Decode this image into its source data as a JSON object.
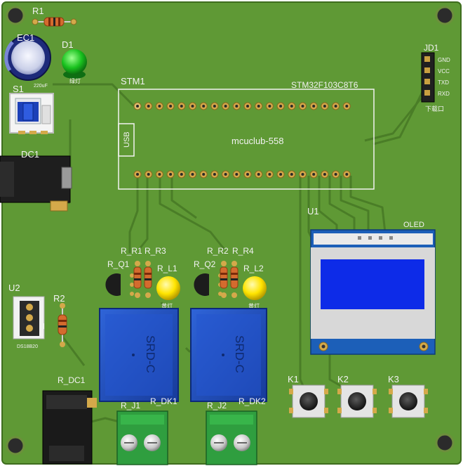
{
  "board": {
    "mcu_module_ref": "STM1",
    "mcu_part": "STM32F103C8T6",
    "mcu_module_name": "mcuclub-558",
    "usb_label": "USB",
    "header_ref": "JD1",
    "header_pins": [
      "GND",
      "VCC",
      "TXD",
      "RXD"
    ],
    "header_caption": "下载口",
    "oled_ref": "U1",
    "oled_label": "OLED",
    "resistor_top": "R1",
    "cap_ref": "EC1",
    "cap_value": "220uF",
    "led_ref": "D1",
    "led_note": "绿灯",
    "switch_ref": "S1",
    "dc_jack_ref": "DC1",
    "sensor_ref": "U2",
    "sensor_part": "DS18B20",
    "resistor_r2": "R2",
    "ch1": {
      "res_a": "R_R1",
      "res_b": "R_R3",
      "transistor": "R_Q1",
      "led": "R_L1",
      "led_note": "黄灯",
      "relay_text": "SRD-C",
      "terminal": "R_J1",
      "relay_ref": "R_DK1"
    },
    "ch2": {
      "res_a": "R_R2",
      "res_b": "R_R4",
      "transistor": "R_Q2",
      "led": "R_L2",
      "led_note": "黄灯",
      "relay_text": "SRD-C",
      "terminal": "R_J2",
      "relay_ref": "R_DK2"
    },
    "relay_dc_ref": "R_DC1",
    "keys": [
      "K1",
      "K2",
      "K3"
    ],
    "colors": {
      "pcb": "#5f9935",
      "trace": "#4a7d27",
      "silk": "#f2f2f2",
      "relay": "#1f4fc2",
      "terminal": "#2f9e3f",
      "oled_screen": "#0d2be8",
      "oled_frame": "#1c5fb8",
      "led_green": "#19c21e",
      "led_yellow": "#ffe400",
      "pad": "#d4a94a"
    }
  }
}
